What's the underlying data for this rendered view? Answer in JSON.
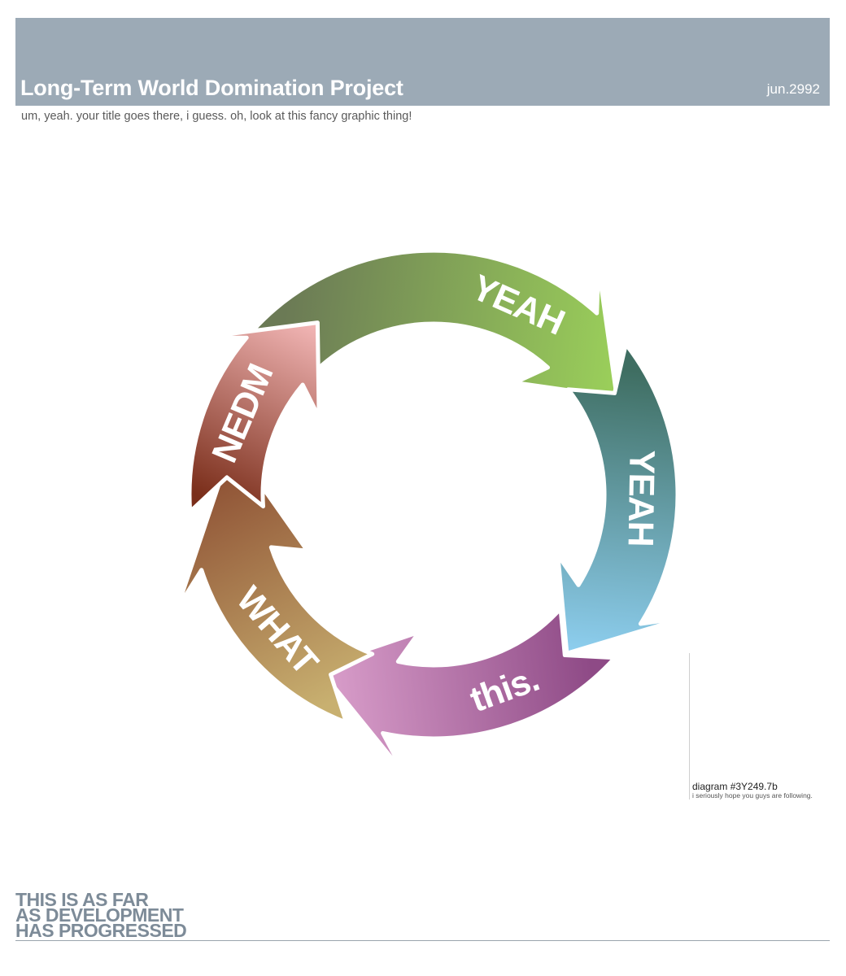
{
  "header": {
    "title": "Long-Term World Domination Project",
    "date": "jun.2992",
    "subtitle": "um, yeah. your title goes there, i guess. oh, look at this fancy graphic thing!"
  },
  "diagram": {
    "segments": [
      {
        "label": "YEAH",
        "color_start": "#6b7a55",
        "color_end": "#9bd05a"
      },
      {
        "label": "YEAH",
        "color_start": "#3f6e62",
        "color_end": "#8ecff0"
      },
      {
        "label": "this.",
        "color_start": "#8e4a86",
        "color_end": "#dba0cc"
      },
      {
        "label": "WHAT",
        "color_start": "#c8b070",
        "color_end": "#8a4a30"
      },
      {
        "label": "NEDM",
        "color_start": "#7a2e1a",
        "color_end": "#f4b8b8"
      }
    ],
    "caption": "diagram #3Y249.7b",
    "caption_note": "i seriously hope you guys are following."
  },
  "footer": {
    "lines": [
      "THIS IS AS FAR",
      "AS DEVELOPMENT",
      "HAS PROGRESSED"
    ]
  }
}
